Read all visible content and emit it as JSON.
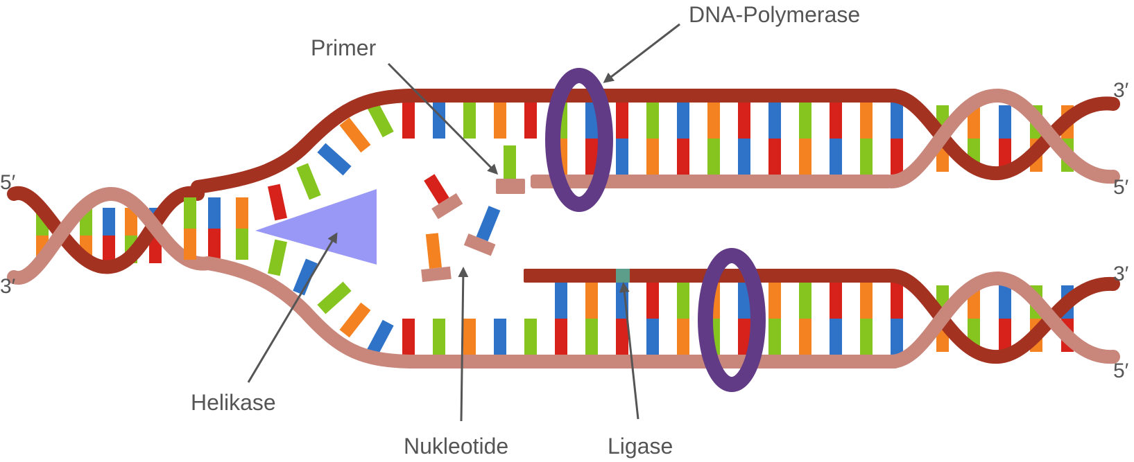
{
  "labels": {
    "dna_polymerase": "DNA-Polymerase",
    "primer": "Primer",
    "helikase": "Helikase",
    "nukleotide": "Nukleotide",
    "ligase": "Ligase"
  },
  "strand_ends": {
    "left_top": "5′",
    "left_bottom": "3′",
    "right_upper_top": "3′",
    "right_upper_bottom": "5′",
    "right_lower_top": "3′",
    "right_lower_bottom": "5′"
  },
  "colors": {
    "template_strand": "#a33220",
    "new_strand": "#c9877c",
    "base_green": "#86c51f",
    "base_red": "#d7221c",
    "base_blue": "#2f73c9",
    "base_orange": "#f58220",
    "helicase": "#9a98f7",
    "polymerase": "#623b87",
    "ligase": "#5c9e8a",
    "arrow": "#555555"
  }
}
